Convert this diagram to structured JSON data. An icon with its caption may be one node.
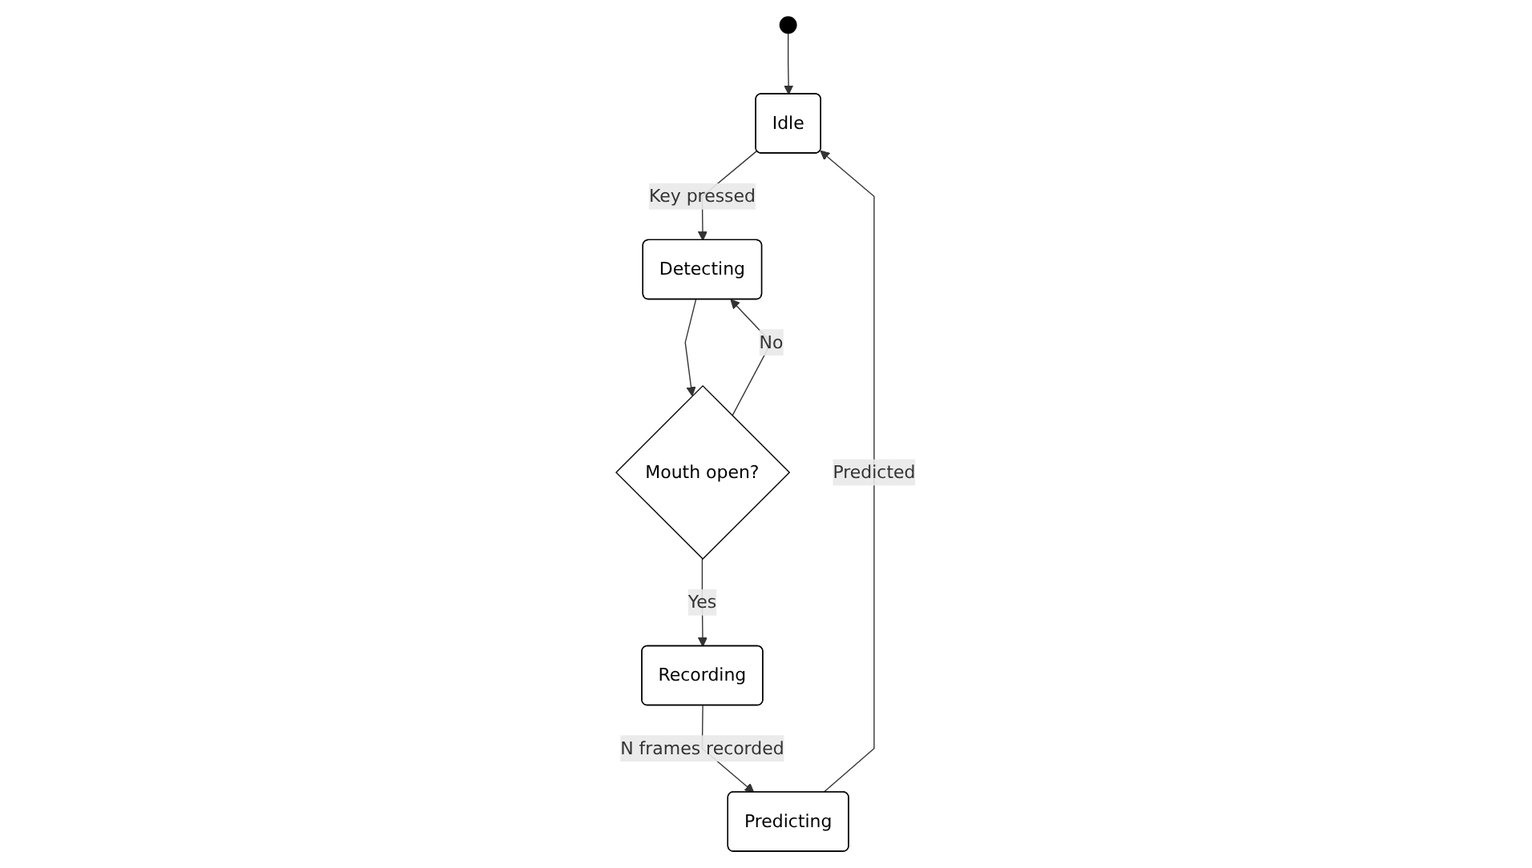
{
  "diagram": {
    "nodes": [
      {
        "text": [],
        "shape": "circle"
      },
      {
        "text": [
          "Idle"
        ]
      },
      {
        "text": [
          "Detecting"
        ]
      },
      {
        "text": [
          "Mouth open?"
        ]
      },
      {
        "text": [
          "Recording"
        ]
      },
      {
        "text": [
          "Predicting"
        ]
      }
    ],
    "edges": [
      {
        "from": 0,
        "to": 1,
        "arrow": "to"
      },
      {
        "from": 1,
        "to": 2,
        "arrow": "to",
        "label": "Key pressed"
      },
      {
        "from": 2,
        "to": 3,
        "arrow": "to"
      },
      {
        "from": 3,
        "to": 2,
        "arrow": "to",
        "label": "No"
      },
      {
        "from": 3,
        "to": 4,
        "arrow": "to",
        "label": "Yes"
      },
      {
        "from": 4,
        "to": 5,
        "arrow": "to",
        "label": "N frames recorded"
      },
      {
        "from": 5,
        "to": 1,
        "arrow": "to",
        "label": "Predicted"
      }
    ]
  }
}
